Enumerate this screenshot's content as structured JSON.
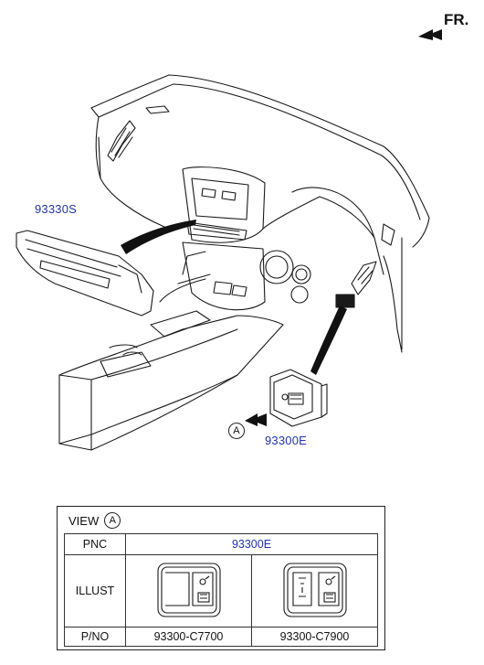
{
  "direction_label": "FR.",
  "callouts": {
    "part_left": "93330S",
    "part_right": "93300E",
    "view_marker": "A"
  },
  "view_table": {
    "title": "VIEW",
    "marker": "A",
    "rows": {
      "pnc_header": "PNC",
      "pnc_value": "93300E",
      "illust_header": "ILLUST",
      "pno_header": "P/NO",
      "pno_values": [
        "93300-C7700",
        "93300-C7900"
      ]
    }
  },
  "colors": {
    "line": "#1a1a1a",
    "callout_text": "#2233aa"
  }
}
